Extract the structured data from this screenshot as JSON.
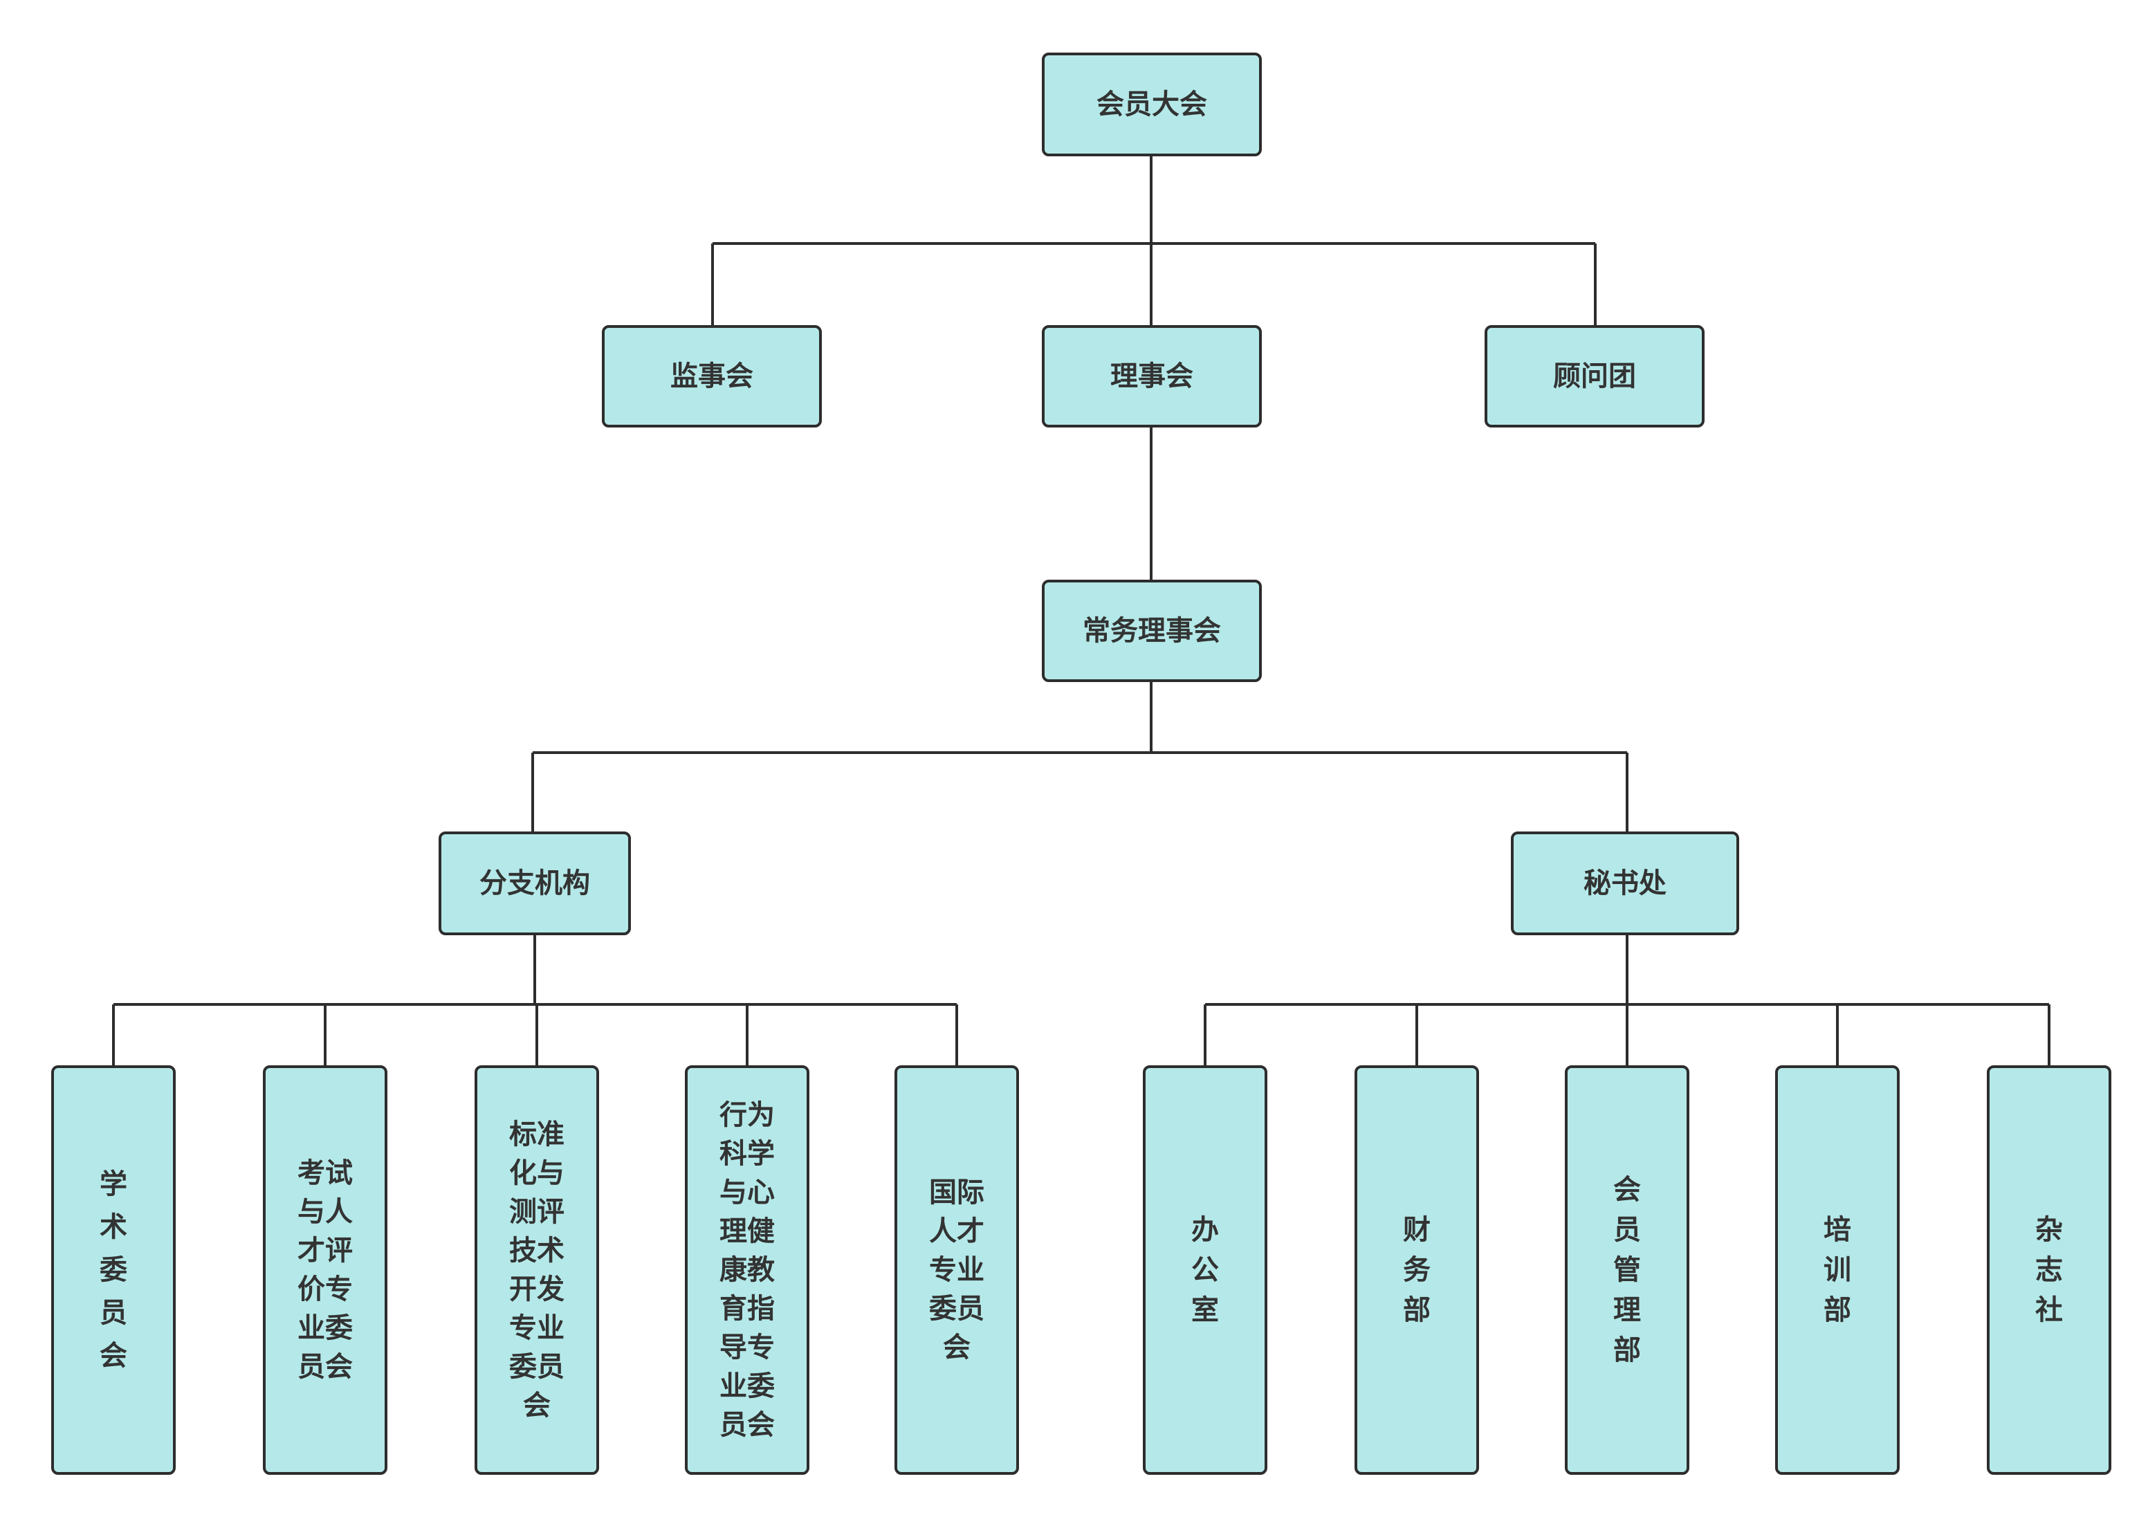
{
  "colors": {
    "box_fill": "#b5e9e9",
    "border": "#2d2d2d",
    "text": "#333333",
    "background": "#ffffff"
  },
  "nodes": {
    "root": "会员大会",
    "supervisors": "监事会",
    "council": "理事会",
    "advisors": "顾问团",
    "standing": "常务理事会",
    "branches": "分支机构",
    "secretariat": "秘书处",
    "b1": "学术委员会",
    "b2": "考试与人才评价专业委员会",
    "b3": "标准化与测评技术开发专业委员会",
    "b4": "行为科学与心理健康教育指导专业委员会",
    "b5": "国际人才专业委员会",
    "s1": "办公室",
    "s2": "财务部",
    "s3": "会员管理部",
    "s4": "培训部",
    "s5": "杂志社"
  }
}
